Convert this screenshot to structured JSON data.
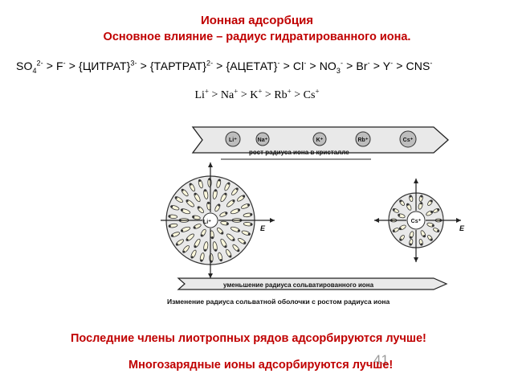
{
  "title": "Ионная адсорбция",
  "subtitle": "Основное влияние – радиус гидратированного иона.",
  "anion_series": {
    "items": [
      {
        "base": "SO",
        "sub": "4",
        "sup": "2-"
      },
      {
        "base": "F",
        "sub": "",
        "sup": "-"
      },
      {
        "base": "{ЦИТРАТ}",
        "sub": "",
        "sup": "3-"
      },
      {
        "base": "{ТАРТРАТ}",
        "sub": "",
        "sup": "2-"
      },
      {
        "base": "{АЦЕТАТ}",
        "sub": "",
        "sup": "-"
      },
      {
        "base": "Cl",
        "sub": "",
        "sup": "-"
      },
      {
        "base": "NO",
        "sub": "3",
        "sup": "-"
      },
      {
        "base": "Br",
        "sub": "",
        "sup": "-"
      },
      {
        "base": "Y",
        "sub": "",
        "sup": "-"
      },
      {
        "base": "CNS",
        "sub": "",
        "sup": "-"
      }
    ],
    "separator": " > "
  },
  "cation_series": {
    "items": [
      {
        "base": "Li",
        "sup": "+"
      },
      {
        "base": "Na",
        "sup": "+"
      },
      {
        "base": "K",
        "sup": "+"
      },
      {
        "base": "Rb",
        "sup": "+"
      },
      {
        "base": "Cs",
        "sup": "+"
      }
    ],
    "separator": " > "
  },
  "figure": {
    "top_arrow": {
      "ions": [
        "Li⁺",
        "Na⁺",
        "K⁺",
        "Rb⁺",
        "Cs⁺"
      ],
      "label": "рост радиуса иона в кристалле"
    },
    "left_sphere": {
      "ion": "Li⁺",
      "field_label": "E"
    },
    "right_sphere": {
      "ion": "Cs⁺",
      "field_label": "E"
    },
    "bottom_arrow": {
      "label": "уменьшение радиуса сольватированного иона"
    },
    "caption": "Изменение радиуса сольватной оболочки с ростом радиуса иона"
  },
  "conclusion1": "Последние члены лиотропных рядов адсорбируются лучше!",
  "conclusion2": "Многозарядные ионы адсорбируются лучше!",
  "page_number": "41",
  "colors": {
    "heading": "#c00000",
    "page_number": "#9a9a9a",
    "figure_fill": "#e9e9e9"
  }
}
